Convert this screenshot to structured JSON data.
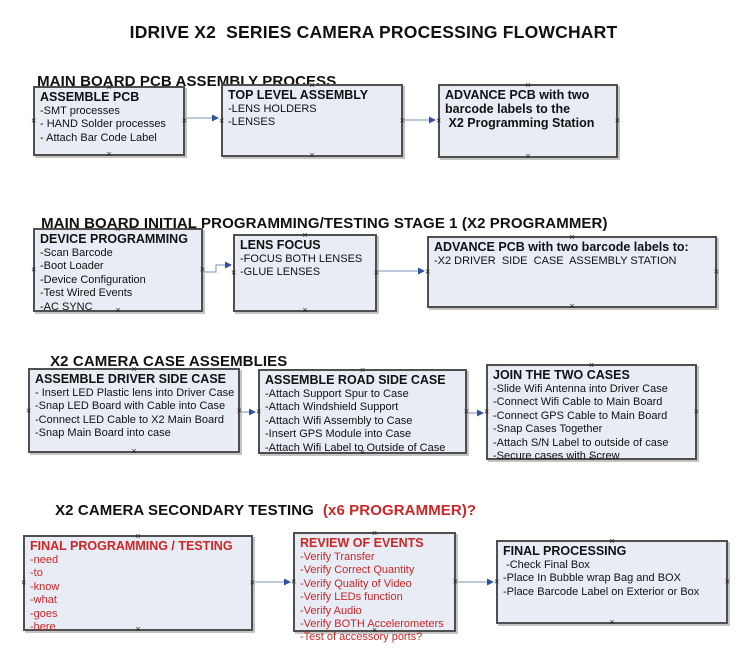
{
  "title": "IDRIVE X2  SERIES CAMERA PROCESSING FLOWCHART",
  "colors": {
    "box_fill": "#e7ecf5",
    "box_border": "#4f4f4f",
    "arrow_line": "#92a7c7",
    "arrow_head": "#31539b",
    "red_text": "#cc2626",
    "black_text": "#111111"
  },
  "icons": {
    "connection_point": "×"
  },
  "sections": [
    {
      "heading": "MAIN BOARD PCB ASSEMBLY PROCESS",
      "boxes": [
        {
          "title": "ASSEMBLE PCB",
          "items": [
            "-SMT processes",
            "- HAND Solder processes",
            "- Attach Bar Code Label"
          ]
        },
        {
          "title": "TOP LEVEL ASSEMBLY",
          "items": [
            "-LENS HOLDERS",
            "-LENSES"
          ]
        },
        {
          "title": "ADVANCE PCB with two\nbarcode labels to the\n X2 Programming Station",
          "items": []
        }
      ]
    },
    {
      "heading": "MAIN BOARD INITIAL PROGRAMMING/TESTING STAGE 1 (X2 PROGRAMMER)",
      "boxes": [
        {
          "title": "DEVICE PROGRAMMING",
          "items": [
            "-Scan Barcode",
            "-Boot Loader",
            "-Device Configuration",
            "-Test Wired Events",
            "-AC SYNC"
          ]
        },
        {
          "title": "LENS FOCUS",
          "items": [
            "-FOCUS BOTH LENSES",
            "-GLUE LENSES"
          ]
        },
        {
          "title": "ADVANCE PCB with two barcode labels to:",
          "items": [
            "-X2 DRIVER  SIDE  CASE  ASSEMBLY STATION"
          ]
        }
      ]
    },
    {
      "heading": "X2 CAMERA CASE ASSEMBLIES",
      "boxes": [
        {
          "title": "ASSEMBLE DRIVER SIDE CASE",
          "items": [
            "- Insert LED Plastic lens into Driver Case",
            "-Snap LED Board with Cable into Case",
            "-Connect LED Cable to X2 Main Board",
            "-Snap Main Board into case"
          ]
        },
        {
          "title": "ASSEMBLE ROAD SIDE CASE",
          "items": [
            "-Attach Support Spur to Case",
            "-Attach Windshield Support",
            "-Attach Wifi Assembly to Case",
            "-Insert GPS Module into Case",
            "-Attach Wifi Label to Outside of Case"
          ]
        },
        {
          "title": "JOIN THE TWO CASES",
          "items": [
            "-Slide Wifi Antenna into Driver Case",
            "-Connect Wifi Cable to Main Board",
            "-Connect GPS Cable to Main Board",
            "-Snap Cases Together",
            "-Attach S/N Label to outside of case",
            "-Secure cases with Screw"
          ]
        }
      ]
    },
    {
      "heading": "X2 CAMERA SECONDARY TESTING",
      "heading_suffix": "(x6 PROGRAMMER)?",
      "boxes": [
        {
          "title": "FINAL PROGRAMMING / TESTING",
          "items": [
            "-need",
            "-to",
            "-know",
            "-what",
            "-goes",
            "-here"
          ]
        },
        {
          "title": "REVIEW OF EVENTS",
          "items": [
            "-Verify Transfer",
            "-Verify Correct Quantity",
            "-Verify Quality of Video",
            "-Verify LEDs function",
            "-Verify Audio",
            "-Verify BOTH Accelerometers",
            "-Test of accessory ports?"
          ]
        },
        {
          "title": "FINAL PROCESSING",
          "items": [
            " -Check Final Box",
            "-Place In Bubble wrap Bag and BOX",
            "-Place Barcode Label on Exterior or Box"
          ]
        }
      ]
    }
  ]
}
